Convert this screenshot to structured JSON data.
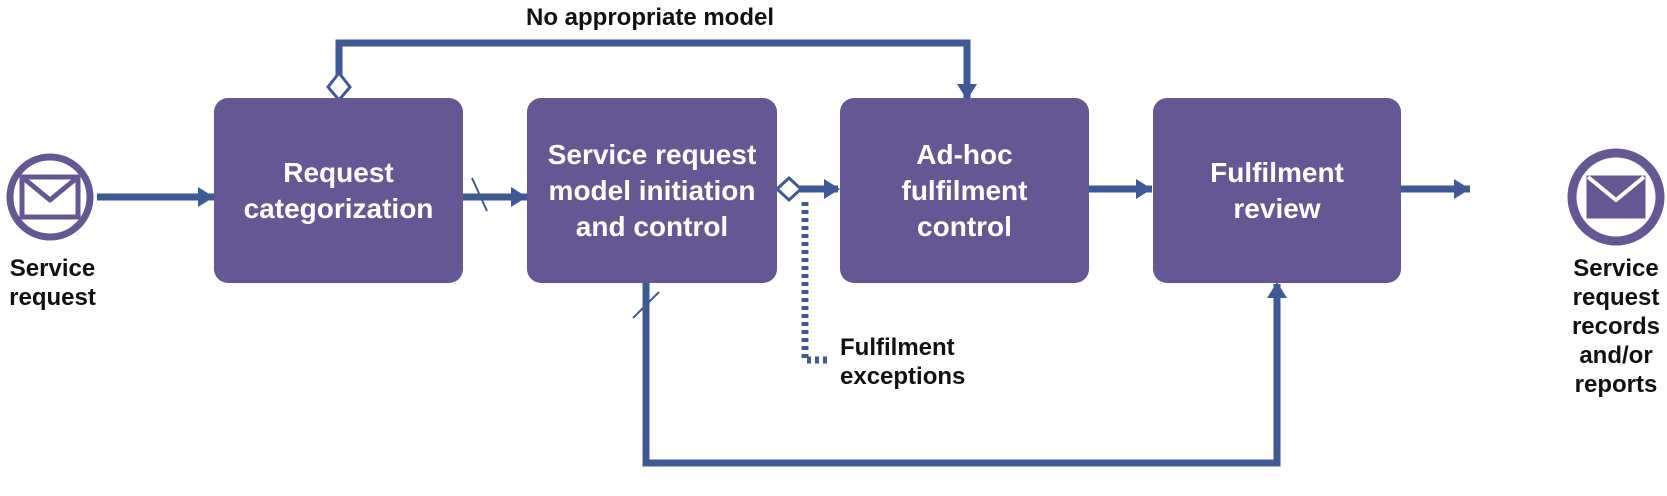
{
  "diagram": {
    "top_label": "No appropriate model",
    "start_event_label": "Service\nrequest",
    "end_event_label": "Service\nrequest\nrecords\nand/or\nreports",
    "exceptions_label": "Fulfilment\nexceptions",
    "activities": [
      {
        "label": "Request\ncategorization"
      },
      {
        "label": "Service request\nmodel initiation\nand control"
      },
      {
        "label": "Ad-hoc fulfilment\ncontrol"
      },
      {
        "label": "Fulfilment\nreview"
      }
    ],
    "colors": {
      "activity_fill": "#655794",
      "flow": "#3e5a96",
      "text": "#111111"
    },
    "icons": {
      "start_event": "envelope-icon",
      "end_event": "envelope-icon",
      "gateway": "diamond-gateway-icon"
    }
  }
}
